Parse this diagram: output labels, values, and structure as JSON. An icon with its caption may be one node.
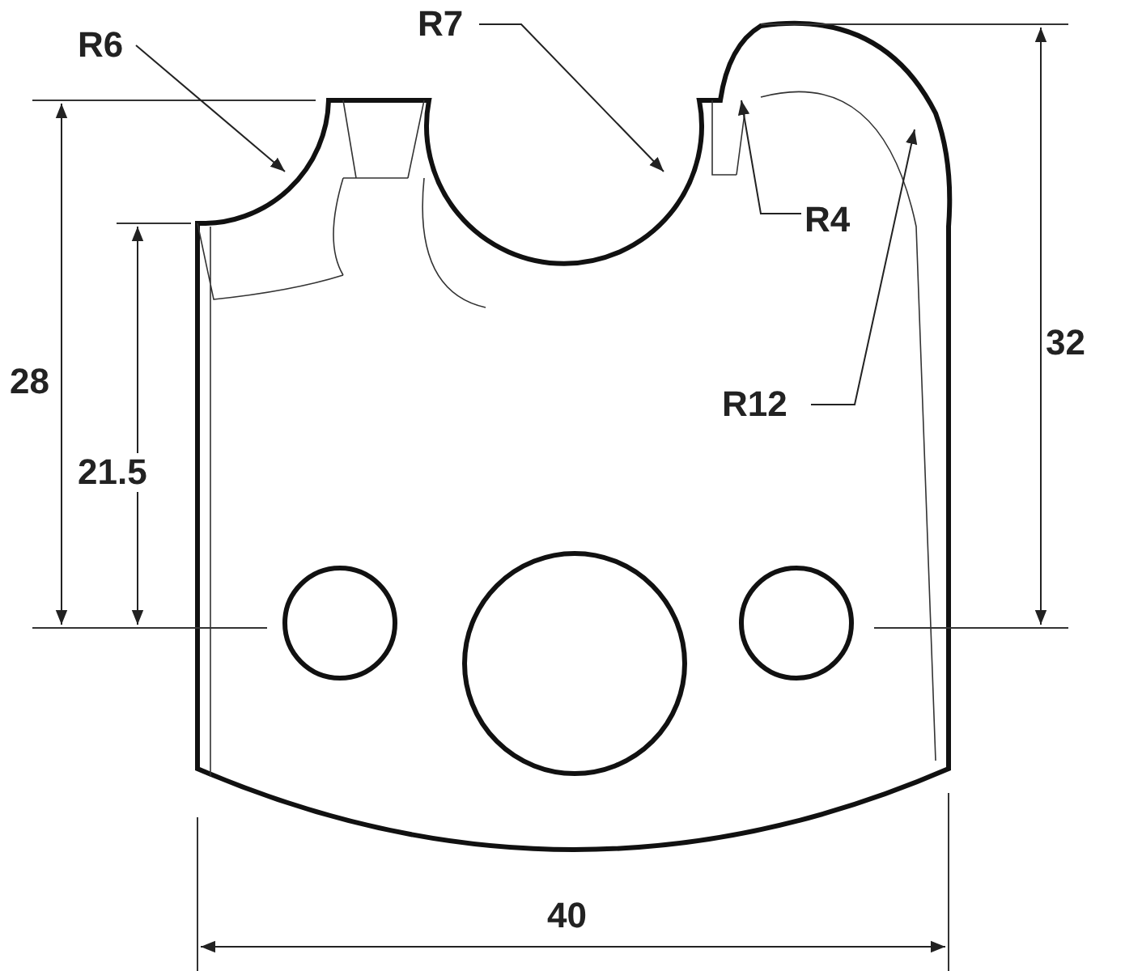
{
  "diagram": {
    "nodes": [
      {
        "text": [
          "R6"
        ]
      },
      {
        "text": [
          "R7"
        ]
      },
      {
        "text": [
          "R4"
        ]
      },
      {
        "text": [
          "R12"
        ]
      }
    ],
    "edges": [
      {
        "from": 0,
        "to": null,
        "arrow": "to"
      },
      {
        "from": 1,
        "to": null,
        "arrow": "to"
      },
      {
        "from": 2,
        "to": null,
        "arrow": "to"
      },
      {
        "from": 3,
        "to": null,
        "arrow": "to"
      }
    ],
    "labels": [
      "28",
      "21.5",
      "32",
      "40"
    ]
  }
}
